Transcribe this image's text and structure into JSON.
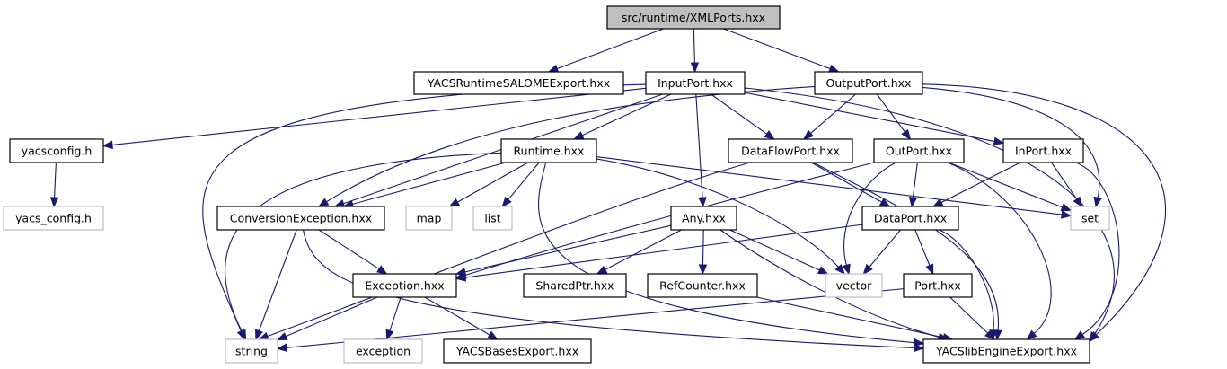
{
  "diagram": {
    "type": "include-dependency-graph",
    "colors": {
      "edge": "#191970",
      "root_fill": "#bfbfbf",
      "documented_border": "#000000",
      "external_border": "#bfbfbf",
      "node_fill": "#ffffff"
    },
    "nodes": [
      {
        "id": "xmlports",
        "label": "src/runtime/XMLPorts.hxx",
        "kind": "root"
      },
      {
        "id": "yacsruntimesalomeexport",
        "label": "YACSRuntimeSALOMEExport.hxx",
        "kind": "documented"
      },
      {
        "id": "inputport",
        "label": "InputPort.hxx",
        "kind": "documented"
      },
      {
        "id": "outputport",
        "label": "OutputPort.hxx",
        "kind": "documented"
      },
      {
        "id": "yacsconfig",
        "label": "yacsconfig.h",
        "kind": "documented"
      },
      {
        "id": "yacs_config",
        "label": "yacs_config.h",
        "kind": "external"
      },
      {
        "id": "runtime",
        "label": "Runtime.hxx",
        "kind": "documented"
      },
      {
        "id": "dataflowport",
        "label": "DataFlowPort.hxx",
        "kind": "documented"
      },
      {
        "id": "outport",
        "label": "OutPort.hxx",
        "kind": "documented"
      },
      {
        "id": "inport",
        "label": "InPort.hxx",
        "kind": "documented"
      },
      {
        "id": "conversionexception",
        "label": "ConversionException.hxx",
        "kind": "documented"
      },
      {
        "id": "map",
        "label": "map",
        "kind": "external"
      },
      {
        "id": "list",
        "label": "list",
        "kind": "external"
      },
      {
        "id": "any",
        "label": "Any.hxx",
        "kind": "documented"
      },
      {
        "id": "dataport",
        "label": "DataPort.hxx",
        "kind": "documented"
      },
      {
        "id": "set",
        "label": "set",
        "kind": "external"
      },
      {
        "id": "exception_hxx",
        "label": "Exception.hxx",
        "kind": "documented"
      },
      {
        "id": "sharedptr",
        "label": "SharedPtr.hxx",
        "kind": "documented"
      },
      {
        "id": "refcounter",
        "label": "RefCounter.hxx",
        "kind": "documented"
      },
      {
        "id": "vector",
        "label": "vector",
        "kind": "external"
      },
      {
        "id": "port",
        "label": "Port.hxx",
        "kind": "documented"
      },
      {
        "id": "string",
        "label": "string",
        "kind": "external"
      },
      {
        "id": "exception",
        "label": "exception",
        "kind": "external"
      },
      {
        "id": "yacsbasesexport",
        "label": "YACSBasesExport.hxx",
        "kind": "documented"
      },
      {
        "id": "yacslibengineexport",
        "label": "YACSlibEngineExport.hxx",
        "kind": "documented"
      }
    ],
    "edges": [
      {
        "from": "xmlports",
        "to": "yacsruntimesalomeexport"
      },
      {
        "from": "xmlports",
        "to": "inputport"
      },
      {
        "from": "xmlports",
        "to": "outputport"
      },
      {
        "from": "inputport",
        "to": "yacsconfig"
      },
      {
        "from": "inputport",
        "to": "string"
      },
      {
        "from": "inputport",
        "to": "conversionexception"
      },
      {
        "from": "inputport",
        "to": "runtime"
      },
      {
        "from": "inputport",
        "to": "any"
      },
      {
        "from": "inputport",
        "to": "dataflowport"
      },
      {
        "from": "inputport",
        "to": "inport"
      },
      {
        "from": "inputport",
        "to": "yacslibengineexport"
      },
      {
        "from": "outputport",
        "to": "conversionexception"
      },
      {
        "from": "outputport",
        "to": "dataflowport"
      },
      {
        "from": "outputport",
        "to": "outport"
      },
      {
        "from": "outputport",
        "to": "set"
      },
      {
        "from": "outputport",
        "to": "yacslibengineexport"
      },
      {
        "from": "yacsconfig",
        "to": "yacs_config"
      },
      {
        "from": "runtime",
        "to": "string"
      },
      {
        "from": "runtime",
        "to": "conversionexception"
      },
      {
        "from": "runtime",
        "to": "map"
      },
      {
        "from": "runtime",
        "to": "list"
      },
      {
        "from": "runtime",
        "to": "set"
      },
      {
        "from": "runtime",
        "to": "vector"
      },
      {
        "from": "runtime",
        "to": "yacslibengineexport"
      },
      {
        "from": "dataflowport",
        "to": "dataport"
      },
      {
        "from": "dataflowport",
        "to": "string"
      },
      {
        "from": "dataflowport",
        "to": "yacslibengineexport"
      },
      {
        "from": "outport",
        "to": "dataport"
      },
      {
        "from": "outport",
        "to": "exception_hxx"
      },
      {
        "from": "outport",
        "to": "set"
      },
      {
        "from": "outport",
        "to": "vector"
      },
      {
        "from": "outport",
        "to": "yacslibengineexport"
      },
      {
        "from": "inport",
        "to": "dataport"
      },
      {
        "from": "inport",
        "to": "set"
      },
      {
        "from": "inport",
        "to": "yacslibengineexport"
      },
      {
        "from": "conversionexception",
        "to": "exception_hxx"
      },
      {
        "from": "conversionexception",
        "to": "string"
      },
      {
        "from": "conversionexception",
        "to": "yacslibengineexport"
      },
      {
        "from": "any",
        "to": "exception_hxx"
      },
      {
        "from": "any",
        "to": "sharedptr"
      },
      {
        "from": "any",
        "to": "refcounter"
      },
      {
        "from": "any",
        "to": "vector"
      },
      {
        "from": "any",
        "to": "yacslibengineexport"
      },
      {
        "from": "dataport",
        "to": "exception_hxx"
      },
      {
        "from": "dataport",
        "to": "vector"
      },
      {
        "from": "dataport",
        "to": "port"
      },
      {
        "from": "dataport",
        "to": "yacslibengineexport"
      },
      {
        "from": "exception_hxx",
        "to": "string"
      },
      {
        "from": "exception_hxx",
        "to": "exception"
      },
      {
        "from": "exception_hxx",
        "to": "yacsbasesexport"
      },
      {
        "from": "refcounter",
        "to": "yacslibengineexport"
      },
      {
        "from": "port",
        "to": "string"
      },
      {
        "from": "port",
        "to": "yacslibengineexport"
      }
    ]
  }
}
